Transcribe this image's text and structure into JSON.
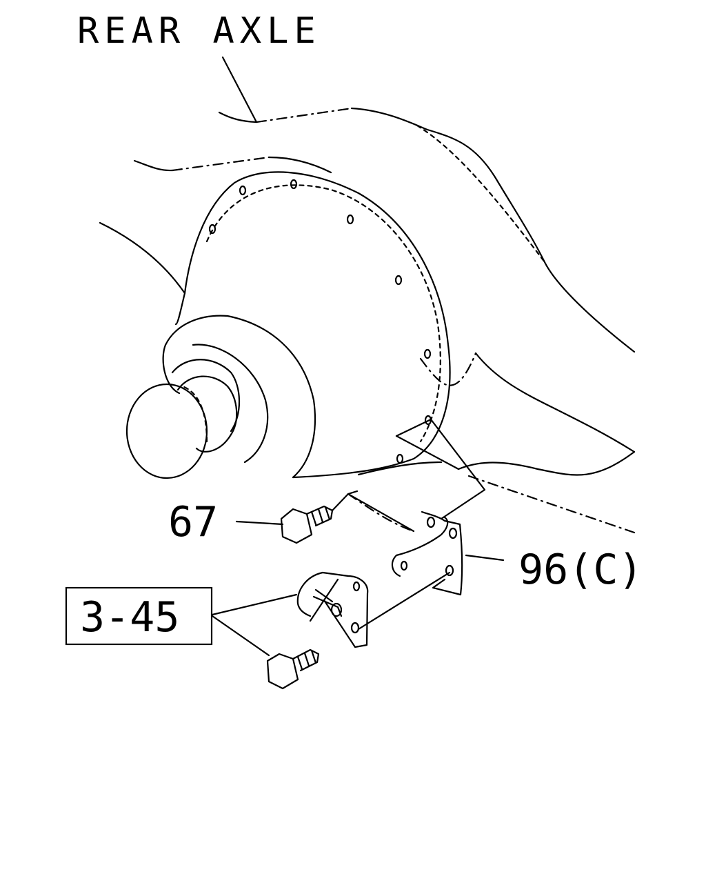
{
  "labels": {
    "title": "REAR AXLE",
    "part_67": "67",
    "part_96c": "96(C)",
    "ref_3_45": "3-45"
  }
}
